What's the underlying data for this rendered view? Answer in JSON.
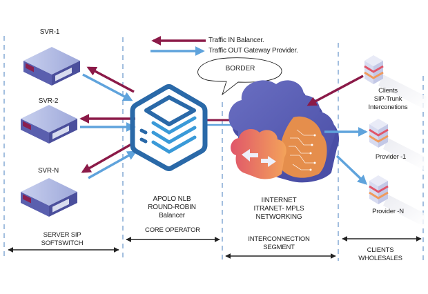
{
  "legend": {
    "traffic_in": "Traffic IN Balancer.",
    "traffic_out": "Traffic OUT Gateway Provider."
  },
  "callout": {
    "text": "BORDER"
  },
  "servers": [
    {
      "label": "SVR-1"
    },
    {
      "label": "SVR-2"
    },
    {
      "label": "SVR-N"
    }
  ],
  "balancer": {
    "lines": [
      "APOLO NLB",
      "ROUND-ROBIN",
      "Balancer"
    ]
  },
  "network": {
    "lines": [
      "IINTERNET",
      "ITRANET- MPLS",
      "NETWORKING"
    ]
  },
  "clients": [
    {
      "lines": [
        "Clients",
        "SIP-Trunk",
        "Interconetions"
      ]
    },
    {
      "lines": [
        "Provider -1"
      ]
    },
    {
      "lines": [
        "Provider -N"
      ]
    }
  ],
  "segments": [
    {
      "lines": [
        "SERVER SIP",
        "SOFTSWITCH"
      ]
    },
    {
      "lines": [
        "CORE OPERATOR"
      ]
    },
    {
      "lines": [
        "INTERCONNECTION",
        "SEGMENT"
      ]
    },
    {
      "lines": [
        "CLIENTS",
        "WHOLESALES"
      ]
    }
  ],
  "colors": {
    "traffic_in": "#8b1a48",
    "traffic_out": "#5fa3dc",
    "divider": "#4a7fc0",
    "balancer_dark": "#2a69a8",
    "balancer_light": "#3a9ad8",
    "cloud_purple": "#5b5fb5",
    "cloud_orange": "#e8894a",
    "server_top": "#b9c2e6",
    "server_side": "#5a5fae",
    "stack_red": "#e0566a",
    "stack_orange": "#f09a5c"
  }
}
